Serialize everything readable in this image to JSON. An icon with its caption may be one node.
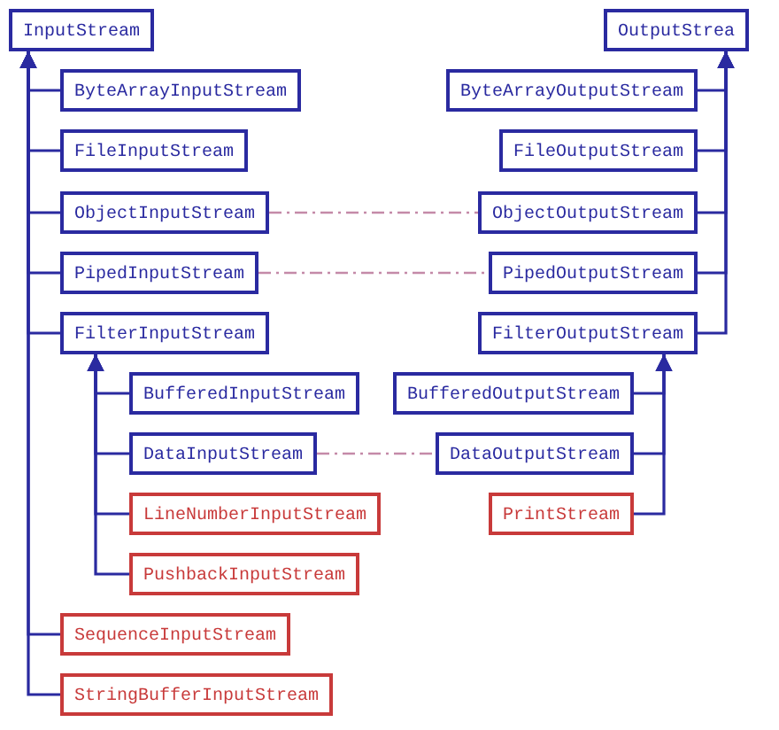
{
  "diagram": {
    "nodes": [
      {
        "text": [
          "InputStream"
        ]
      },
      {
        "text": [
          "ByteArrayInputStream"
        ]
      },
      {
        "text": [
          "FileInputStream"
        ]
      },
      {
        "text": [
          "ObjectInputStream"
        ]
      },
      {
        "text": [
          "PipedInputStream"
        ]
      },
      {
        "text": [
          "FilterInputStream"
        ]
      },
      {
        "text": [
          "BufferedInputStream"
        ]
      },
      {
        "text": [
          "DataInputStream"
        ]
      },
      {
        "text": [
          "LineNumberInputStream"
        ]
      },
      {
        "text": [
          "PushbackInputStream"
        ]
      },
      {
        "text": [
          "SequenceInputStream"
        ]
      },
      {
        "text": [
          "StringBufferInputStream"
        ]
      },
      {
        "text": [
          "OutputStrea"
        ]
      },
      {
        "text": [
          "ByteArrayOutputStream"
        ]
      },
      {
        "text": [
          "FileOutputStream"
        ]
      },
      {
        "text": [
          "ObjectOutputStream"
        ]
      },
      {
        "text": [
          "PipedOutputStream"
        ]
      },
      {
        "text": [
          "FilterOutputStream"
        ]
      },
      {
        "text": [
          "BufferedOutputStream"
        ]
      },
      {
        "text": [
          "DataOutputStream"
        ]
      },
      {
        "text": [
          "PrintStream"
        ]
      }
    ],
    "edges": [
      {
        "from": 1,
        "to": 0,
        "arrow": "to"
      },
      {
        "from": 2,
        "to": 0,
        "arrow": "to"
      },
      {
        "from": 3,
        "to": 0,
        "arrow": "to"
      },
      {
        "from": 4,
        "to": 0,
        "arrow": "to"
      },
      {
        "from": 5,
        "to": 0,
        "arrow": "to"
      },
      {
        "from": 10,
        "to": 0,
        "arrow": "to"
      },
      {
        "from": 11,
        "to": 0,
        "arrow": "to"
      },
      {
        "from": 6,
        "to": 5,
        "arrow": "to"
      },
      {
        "from": 7,
        "to": 5,
        "arrow": "to"
      },
      {
        "from": 8,
        "to": 5,
        "arrow": "to"
      },
      {
        "from": 9,
        "to": 5,
        "arrow": "to"
      },
      {
        "from": 13,
        "to": 12,
        "arrow": "to"
      },
      {
        "from": 14,
        "to": 12,
        "arrow": "to"
      },
      {
        "from": 15,
        "to": 12,
        "arrow": "to"
      },
      {
        "from": 16,
        "to": 12,
        "arrow": "to"
      },
      {
        "from": 17,
        "to": 12,
        "arrow": "to"
      },
      {
        "from": 18,
        "to": 17,
        "arrow": "to"
      },
      {
        "from": 19,
        "to": 17,
        "arrow": "to"
      },
      {
        "from": 20,
        "to": 17,
        "arrow": "to"
      },
      {
        "from": 3,
        "to": 15,
        "arrow": "none",
        "style": "dashed",
        "color": "#c48aa8"
      },
      {
        "from": 4,
        "to": 16,
        "arrow": "none",
        "style": "dashed",
        "color": "#c48aa8"
      },
      {
        "from": 7,
        "to": 19,
        "arrow": "none",
        "style": "dashed",
        "color": "#c48aa8"
      }
    ]
  }
}
